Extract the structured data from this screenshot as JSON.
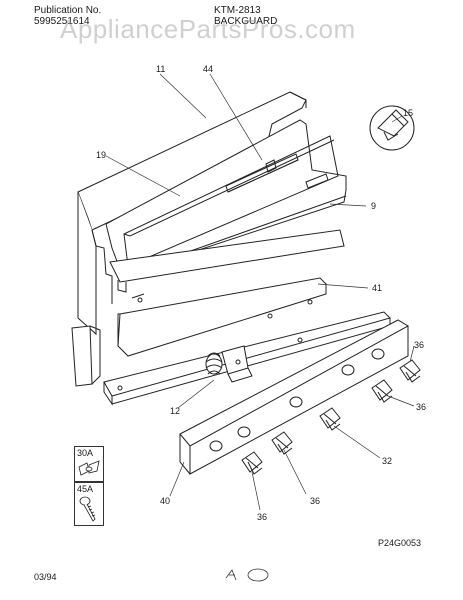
{
  "header": {
    "publication_label": "Publication No.",
    "publication_number": "5995251614",
    "model": "KTM-2813",
    "section": "BACKGUARD",
    "watermark": "AppliancePartsPros.com"
  },
  "callouts": {
    "c11": "11",
    "c44": "44",
    "c15": "15",
    "c19": "19",
    "c9": "9",
    "c41": "41",
    "c36a": "36",
    "c36b": "36",
    "c36c": "36",
    "c36d": "36",
    "c12": "12",
    "c32": "32",
    "c40": "40",
    "c30a": "30A",
    "c45a": "45A"
  },
  "footer": {
    "diagram_code": "P24G0053",
    "date": "03/94"
  }
}
